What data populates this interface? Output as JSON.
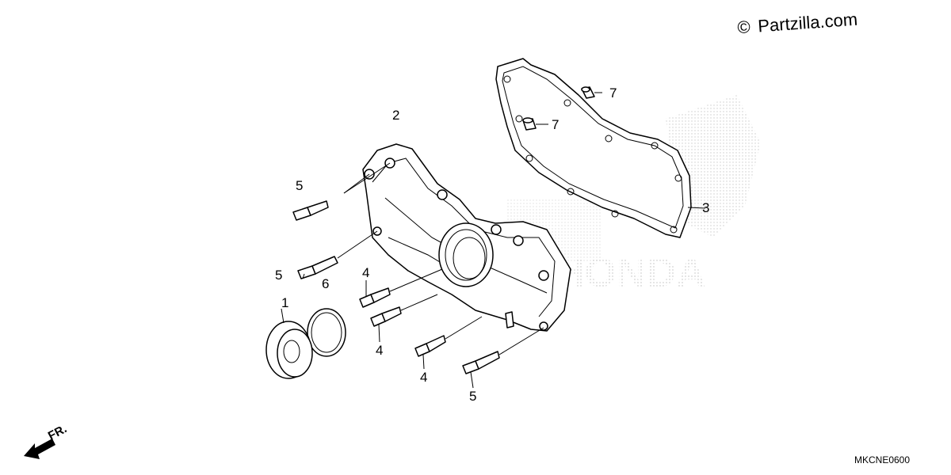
{
  "watermark": {
    "symbol": "©",
    "text": "Partzilla.com"
  },
  "diagram_code": "MKCNE0600",
  "direction_indicator": {
    "text": "FR."
  },
  "callouts": {
    "c1": "1",
    "c2": "2",
    "c3": "3",
    "c4a": "4",
    "c4b": "4",
    "c4c": "4",
    "c5a": "5",
    "c5b": "5",
    "c5c": "5",
    "c6": "6",
    "c7a": "7",
    "c7b": "7"
  },
  "background_logo_text": "HONDA"
}
